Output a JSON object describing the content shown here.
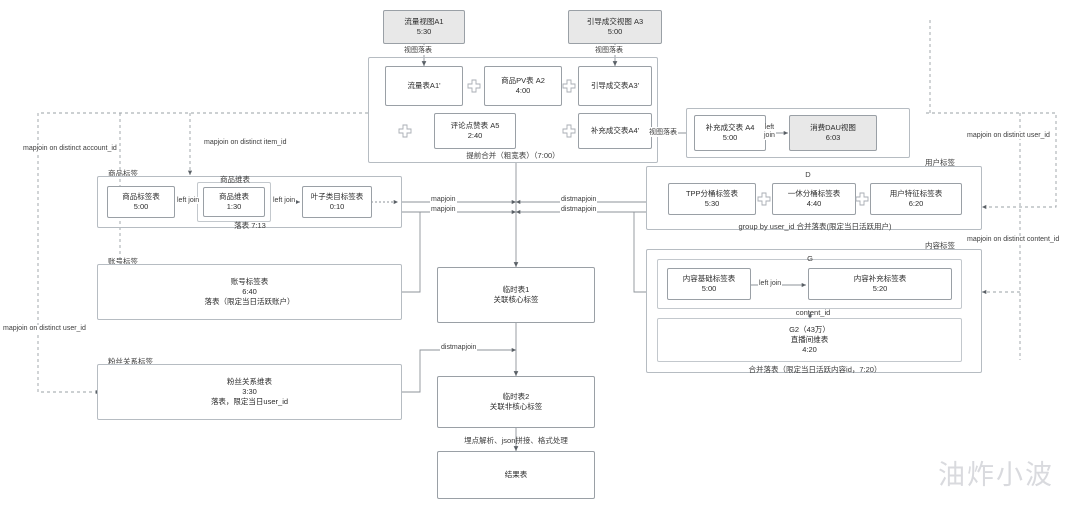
{
  "diagram": {
    "title_watermark": "油炸小波",
    "views": [
      {
        "id": "A1view",
        "label": "流量视图A1",
        "time": "5:30"
      },
      {
        "id": "A3view",
        "label": "引导成交视图 A3",
        "time": "5:00"
      }
    ],
    "view_drop_labels": [
      "视图落表",
      "视图落表",
      "视图落表"
    ],
    "merge_group": {
      "caption": "提前合并（粗宽表）（7:00）",
      "nodes": [
        {
          "id": "A1t",
          "label": "流量表A1'",
          "time": ""
        },
        {
          "id": "A2t",
          "label": "商品PV表 A2",
          "time": "4:00"
        },
        {
          "id": "A3t",
          "label": "引导成交表A3'",
          "time": ""
        },
        {
          "id": "A5t",
          "label": "评论点赞表 A5",
          "time": "2:40"
        },
        {
          "id": "A4t",
          "label": "补充成交表A4'",
          "time": ""
        }
      ],
      "plus_count": 4
    },
    "dau_group": {
      "nodes": [
        {
          "id": "A4",
          "label": "补充成交表 A4",
          "time": "5:00"
        },
        {
          "id": "dau",
          "label": "消费DAU视图",
          "time": "6:03",
          "shaded": true
        }
      ],
      "join_label": "left\njoin",
      "join_label_l1": "left",
      "join_label_l2": "join"
    },
    "item_group": {
      "title": "商品标签",
      "inner_title": "商品维表",
      "caption": "落表 7:13",
      "nodes": [
        {
          "id": "item_tag",
          "label": "商品标签表",
          "time": "5:00"
        },
        {
          "id": "item_dim",
          "label": "商品维表",
          "time": "1:30"
        },
        {
          "id": "leaf_cat",
          "label": "叶子类目标签表",
          "time": "0:10"
        }
      ],
      "joins": [
        "left join",
        "left join"
      ]
    },
    "account_group": {
      "title": "账号标签",
      "node": {
        "label": "账号标签表",
        "time": "6:40",
        "note": "落表（限定当日活跃账户）"
      }
    },
    "fans_group": {
      "title": "粉丝关系标签",
      "node": {
        "label": "粉丝关系维表",
        "time": "3:30",
        "note": "落表，限定当日user_id"
      }
    },
    "user_group": {
      "title": "用户标签",
      "inner_title": "D",
      "caption": "group by user_id 合并落表(限定当日活跃用户)",
      "nodes": [
        {
          "id": "tpp",
          "label": "TPP分桶标签表",
          "time": "5:30"
        },
        {
          "id": "yixiu",
          "label": "一休分桶标签表",
          "time": "4:40"
        },
        {
          "id": "ufeat",
          "label": "用户特征标签表",
          "time": "6:20"
        }
      ],
      "plus_count": 2
    },
    "content_group": {
      "title": "内容标签",
      "inner_title": "G",
      "mid_label": "content_id",
      "caption": "合并落表（限定当日活跃内容id，7:20）",
      "nodes": [
        {
          "id": "cbase",
          "label": "内容基础标签表",
          "time": "5:00"
        },
        {
          "id": "cext",
          "label": "内容补充标签表",
          "time": "5:20"
        }
      ],
      "join_label": "left join",
      "g2": {
        "l1": "G2（43万）",
        "l2": "直播间维表",
        "l3": "4:20"
      }
    },
    "center_nodes": [
      {
        "id": "tmp1",
        "l1": "临时表1",
        "l2": "关联核心标签"
      },
      {
        "id": "tmp2",
        "l1": "临时表2",
        "l2": "关联非核心标签"
      },
      {
        "id": "result",
        "l1": "结果表",
        "l2": ""
      }
    ],
    "center_edge_label": "埋点解析、json拼接、格式处理",
    "mapjoin_labels": {
      "account": "mapjoin on distinct account_id",
      "item": "mapjoin on distinct item_id",
      "user_left": "mapjoin on distinct user_id",
      "user_right": "mapjoin on distinct user_id",
      "content_right": "mapjoin on distinct content_id"
    },
    "join_line_labels": {
      "mapjoin_1": "mapjoin",
      "mapjoin_2": "mapjoin",
      "distmapjoin_1": "distmapjoin",
      "distmapjoin_2": "distmapjoin",
      "distmapjoin_3": "distmapjoin"
    },
    "colors": {
      "stroke": "#9aa0a6",
      "frame": "#b6bcc2",
      "shaded_fill": "#e8e8e8",
      "text": "#2b2b2b",
      "watermark": "#d9dade"
    }
  }
}
